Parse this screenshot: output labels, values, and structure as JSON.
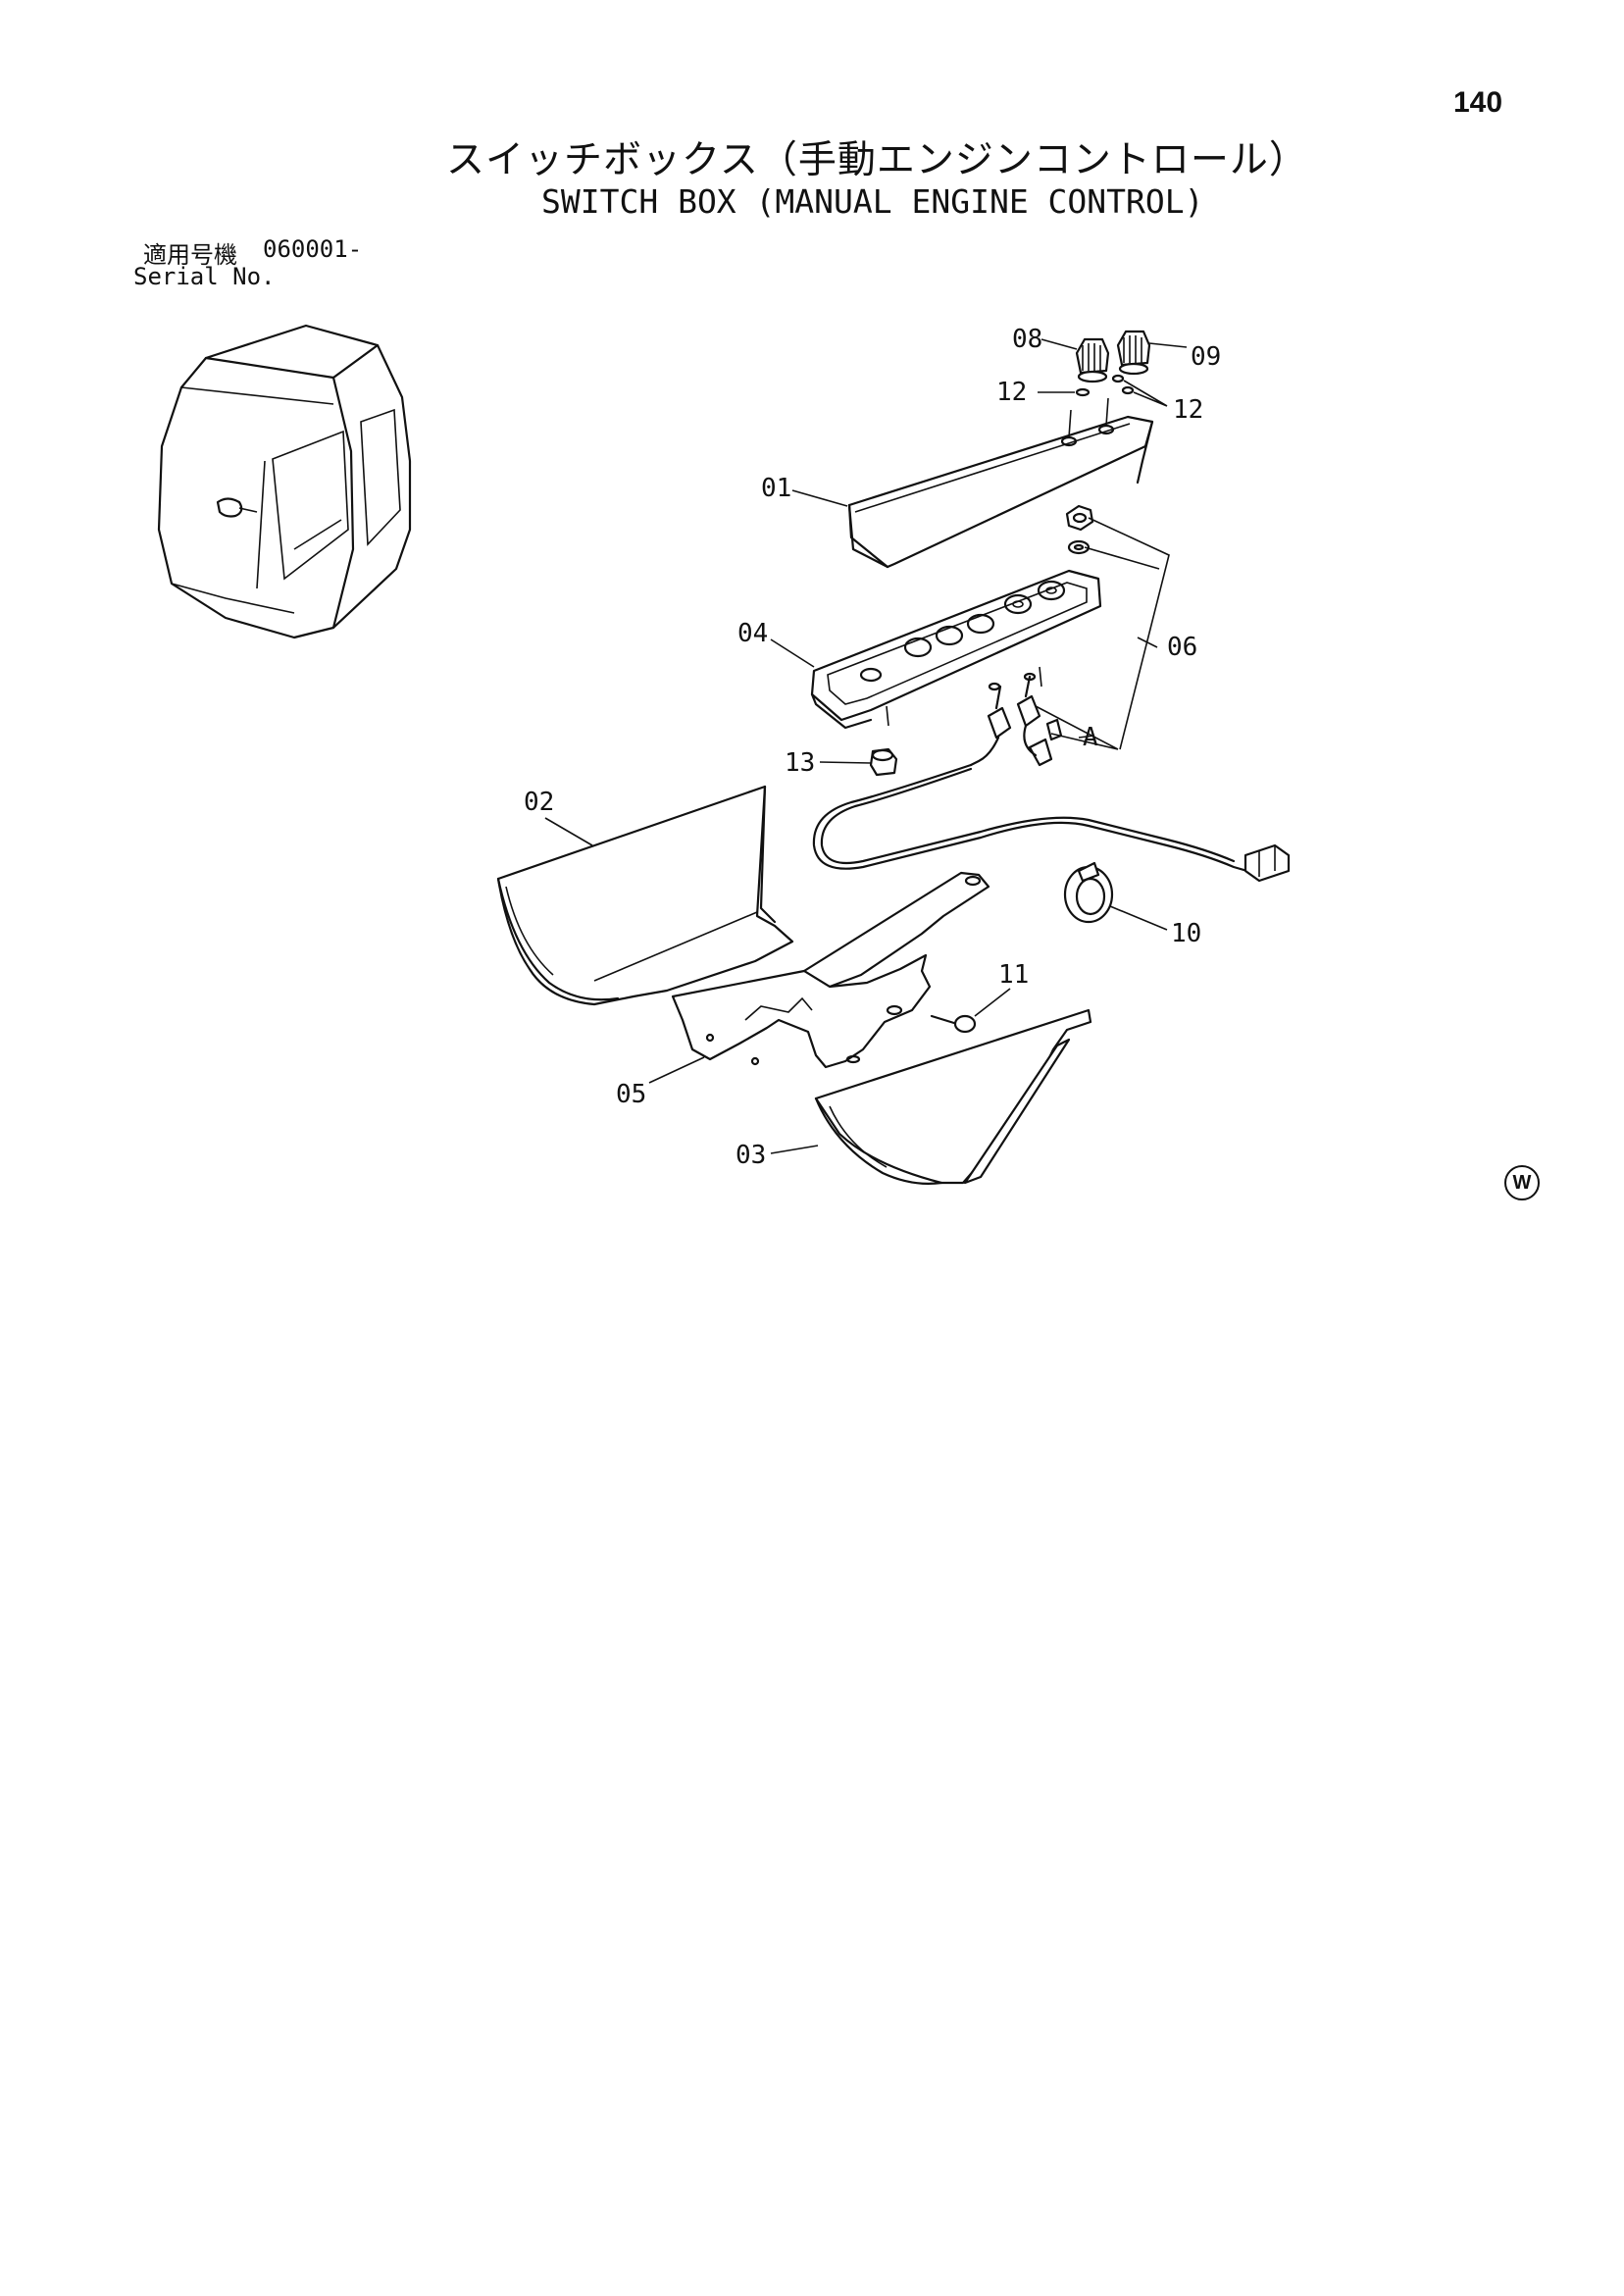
{
  "page_number": "140",
  "title_jp": "スイッチボックス（手動エンジンコントロール）",
  "title_en": "SWITCH BOX (MANUAL ENGINE CONTROL)",
  "serial": {
    "label_jp": "適用号機",
    "value": "060001-",
    "label_en": "Serial No."
  },
  "callouts": {
    "c01": "01",
    "c02": "02",
    "c03": "03",
    "c04": "04",
    "c05": "05",
    "c06": "06",
    "c08": "08",
    "c09": "09",
    "c10": "10",
    "c11": "11",
    "c12a": "12",
    "c12b": "12",
    "c13": "13",
    "cA": "A"
  },
  "mark": "W"
}
